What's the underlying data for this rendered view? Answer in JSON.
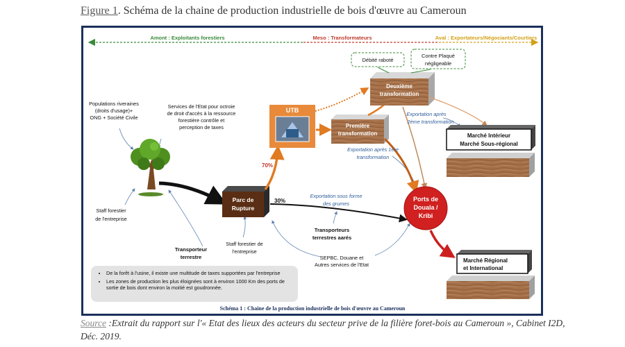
{
  "figure": {
    "label": "Figure 1",
    "title": ". Schéma de la chaine de production industrielle de bois d'œuvre au Cameroun"
  },
  "zones": {
    "amont": "Amont : Exploitants forestiers",
    "meso": "Meso : Transformateurs",
    "aval": "Aval : Exportateurs/Négociants/Courtiers"
  },
  "nodes": {
    "populations": [
      "Populations riveraines",
      "(droits d'usage)+",
      "ONG + Société Civile"
    ],
    "services_etat": [
      "Services de l'Etat pour octroie",
      "de droit d'accès à la ressource",
      "forestière  contrôle et",
      "perception de taxes"
    ],
    "staff_forestier_left": [
      "Staff forestier",
      "de l'entreprise"
    ],
    "transporteur_terrestre": [
      "Transporteur",
      "terrestre"
    ],
    "staff_forestier_center": [
      "Staff forestier de",
      "l'entreprise"
    ],
    "parc_rupture": [
      "Parc de",
      "Rupture"
    ],
    "utb": "UTB",
    "premiere_transformation": [
      "Première",
      "transformation"
    ],
    "deuxieme_transformation": [
      "Deuxième",
      "transformation"
    ],
    "debite_rabote": "Débité raboté",
    "contre_plaque": [
      "Contre Plaqué",
      "négligeable"
    ],
    "ports": [
      "Ports de",
      "Douala /",
      "Kribi"
    ],
    "transporteurs_aeres": [
      "Transporteurs",
      "terrestres aarés"
    ],
    "sepbc": [
      "SEPBC, Douane et",
      "Autres services de l'Etat"
    ],
    "marche_interieur": [
      "Marché Intérieur",
      "Marché Sous-régional"
    ],
    "marche_regional": [
      "Marché Régional",
      "et International"
    ]
  },
  "flows": {
    "pct_70": "70%",
    "pct_30": "30%",
    "export_grumes": [
      "Exportation sous forme",
      "des grumes"
    ],
    "export_1": [
      "Exportation après 1ère",
      "transformation"
    ],
    "export_2": [
      "Exportation après",
      "2ème transformation"
    ]
  },
  "notes": [
    "De la forêt à l'usine, il existe une multitude de taxes supportées par l'entreprise",
    "Les zones de production les plus éloignées sont à environ 1000 Km des ports de sortie de bois dont environ la moitié est goudronnée."
  ],
  "caption": "Schéma 1 : Chaine de la production industrielle de bois d'œuvre au Cameroun",
  "source": {
    "label": "Source",
    "text": " :Extrait du rapport sur l'« Etat des lieux des acteurs du secteur prive de la filière foret-bois au Cameroun », Cabinet I2D, Déc. 2019."
  },
  "colors": {
    "frame": "#1a2f5c",
    "amont": "#3a8a3a",
    "meso": "#c0392b",
    "aval": "#d4a017",
    "orange": "#e07b22",
    "port": "#cc1f1f",
    "wood": "#a5714a"
  }
}
